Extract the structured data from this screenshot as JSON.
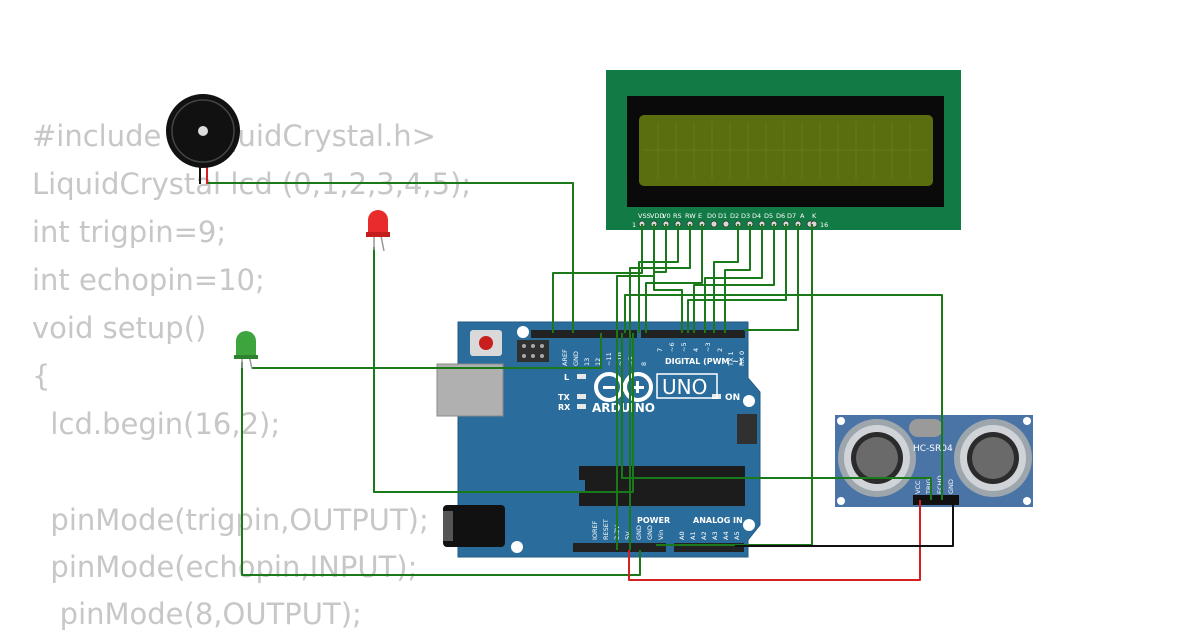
{
  "code_lines": [
    "#include <LiquidCrystal.h>",
    "LiquidCrystal lcd (0,1,2,3,4,5);",
    "int trigpin=9;",
    "int echopin=10;",
    "void setup()",
    "{",
    "  lcd.begin(16,2);",
    "",
    "  pinMode(trigpin,OUTPUT);",
    "  pinMode(echopin,INPUT);",
    "   pinMode(8,OUTPUT);"
  ],
  "lcd": {
    "pin_labels": [
      "VSS",
      "VDD",
      "V0",
      "RS",
      "RW",
      "E",
      "D0",
      "D1",
      "D2",
      "D3",
      "D4",
      "D5",
      "D6",
      "D7",
      "A",
      "K"
    ],
    "pin_first": "1",
    "pin_last": "16"
  },
  "arduino": {
    "logo_text": "ARDUINO",
    "model": "UNO",
    "digital_header": "DIGITAL (PWM ~)",
    "power_header": "POWER",
    "analog_header": "ANALOG IN",
    "on_label": "ON",
    "led_l": "L",
    "led_tx": "TX",
    "led_rx": "RX",
    "digital_pins": [
      "AREF",
      "GND",
      "13",
      "12",
      "~11",
      "~10",
      "~9",
      "8",
      "7",
      "~6",
      "~5",
      "4",
      "~3",
      "2",
      "TX 1",
      "RX 0"
    ],
    "power_pins": [
      "IOREF",
      "RESET",
      "3.3V",
      "5V",
      "GND",
      "GND",
      "Vin"
    ],
    "analog_pins": [
      "A0",
      "A1",
      "A2",
      "A3",
      "A4",
      "A5"
    ]
  },
  "sensor": {
    "model": "HC-SR04",
    "pins": [
      "VCC",
      "TRIG",
      "ECHO",
      "GND"
    ]
  },
  "colors": {
    "board": "#2a6d9c",
    "lcd_pcb": "#117a45",
    "lcd_screen": "#5b6e0f",
    "wire_signal": "#1a7a1a",
    "wire_power": "#d32020",
    "wire_ground": "#111111",
    "sensor_board": "#4a74a6",
    "code_text": "#c7c7c7"
  },
  "icons": [
    "buzzer-icon",
    "red-led-icon",
    "green-led-icon",
    "reset-button-icon",
    "usb-port-icon",
    "power-jack-icon"
  ]
}
